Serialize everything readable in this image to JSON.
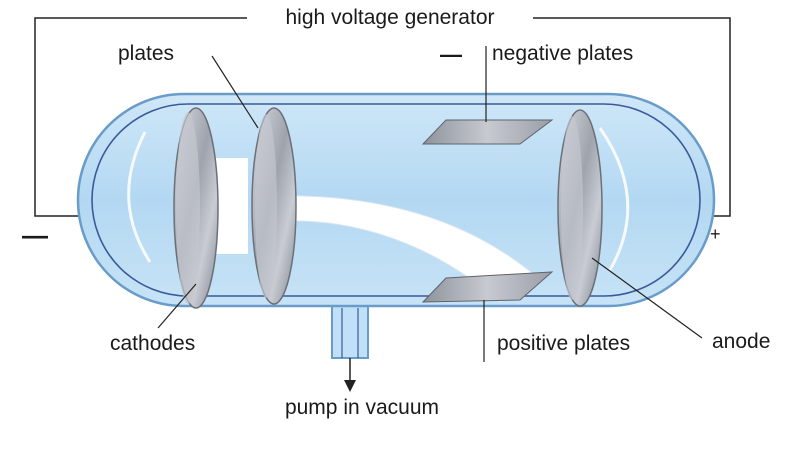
{
  "labels": {
    "generator": "high voltage generator",
    "plates": "plates",
    "negative_plates": "negative plates",
    "negative_sign": "—",
    "left_minus": "—",
    "right_plus": "+",
    "cathodes": "cathodes",
    "positive_plates": "positive plates",
    "anode": "anode",
    "pump": "pump in vacuum"
  },
  "colors": {
    "tube_fill": "#bfe0f6",
    "tube_border": "#6a9cc9",
    "inner_line": "#3a5a9a",
    "metal": "#a9adb6",
    "beam": "#ffffff",
    "wire": "#222222"
  }
}
